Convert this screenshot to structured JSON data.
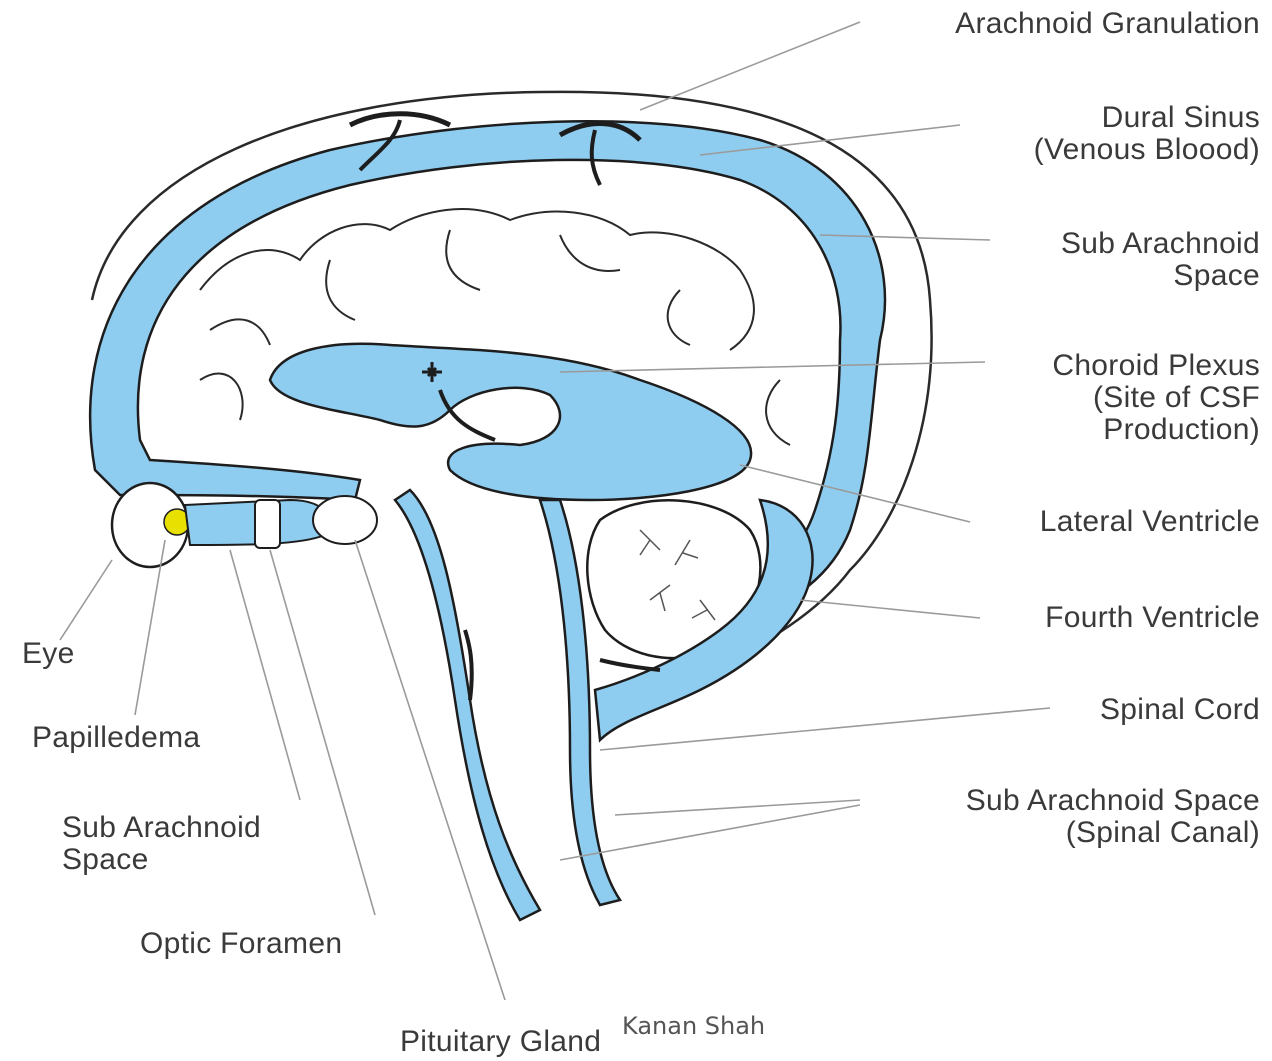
{
  "labels": {
    "arachnoid_granulation": "Arachnoid Granulation",
    "dural_sinus": [
      "Dural Sinus",
      "(Venous Bloood)"
    ],
    "sub_arachnoid_space_right": [
      "Sub Arachnoid",
      "Space"
    ],
    "choroid_plexus": [
      "Choroid Plexus",
      "(Site of CSF",
      "Production)"
    ],
    "lateral_ventricle": "Lateral Ventricle",
    "fourth_ventricle": "Fourth Ventricle",
    "spinal_cord": "Spinal Cord",
    "sub_arachnoid_space_spinal": [
      "Sub Arachnoid Space",
      "(Spinal Canal)"
    ],
    "eye": "Eye",
    "papilledema": "Papilledema",
    "sub_arachnoid_space_left": [
      "Sub Arachnoid",
      "Space"
    ],
    "optic_foramen": "Optic Foramen",
    "pituitary_gland": "Pituitary Gland"
  },
  "credit": "Kanan Shah",
  "colors": {
    "csf": "#8fcdf0",
    "csf_dark": "#5fb2e6",
    "outline": "#1d1d1d",
    "leader": "#9a9a9a",
    "papilledema": "#e8e000"
  }
}
